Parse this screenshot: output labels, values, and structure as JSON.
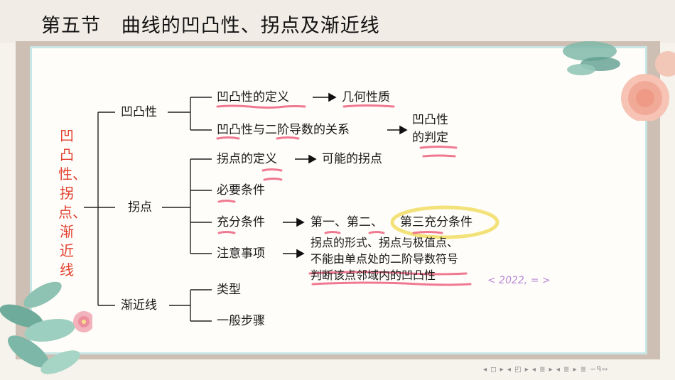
{
  "header": {
    "title": "第五节   曲线的凹凸性、拐点及渐近线"
  },
  "mindmap": {
    "root": "凹凸性、拐点、渐近线",
    "concavity": {
      "label": "凹凸性",
      "definition": "凹凸性的定义",
      "definition_result": "几何性质",
      "relation": "凹凸性与二阶导数的关系",
      "judgement_line1": "凹凸性",
      "judgement_line2": "的判定"
    },
    "inflection": {
      "label": "拐点",
      "definition": "拐点的定义",
      "definition_result": "可能的拐点",
      "necessary": "必要条件",
      "sufficient": "充分条件",
      "sufficient_result_a": "第一、第二、",
      "sufficient_result_b": "第三充分条件",
      "notes": "注意事项",
      "notes_line1": "拐点的形式、拐点与极值点、",
      "notes_line2": "不能由单点处的二阶导数符号",
      "notes_line3": "判断该点邻域内的凹凸性"
    },
    "asymptote": {
      "label": "渐近线",
      "type": "类型",
      "steps": "一般步骤"
    }
  },
  "annotation": "< 2022, = >",
  "nav_controls": "◂ ◻ ▸ ◂ ◰ ▸ ◂ ≣ ▸ ◂ ≣ ▸   ≣   ∽ᑫ∾",
  "colors": {
    "accent_red": "#e2402e",
    "highlight_pink": "#ee6b86",
    "highlight_yellow": "#f3e27a",
    "annotation_purple": "#b88ad8"
  }
}
